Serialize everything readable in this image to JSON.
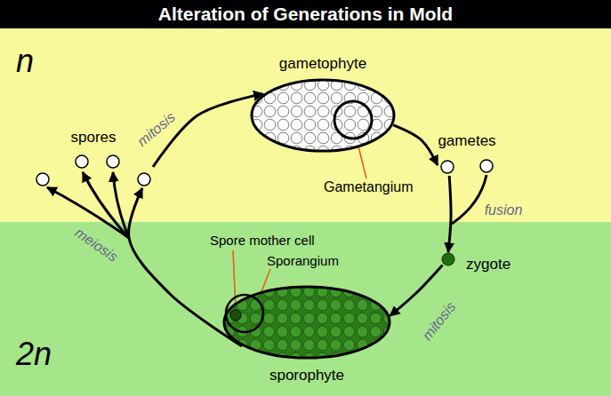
{
  "diagram": {
    "title": "Alteration of Generations in Mold",
    "nodes": [
      {
        "text": [
          "n"
        ]
      },
      {
        "text": [
          "2n"
        ]
      },
      {
        "text": [
          "spores"
        ],
        "in": 0
      },
      {
        "text": [
          "gametophyte"
        ],
        "in": 0
      },
      {
        "text": [
          "gametes"
        ],
        "in": 0
      },
      {
        "text": [
          "zygote"
        ],
        "in": 1
      },
      {
        "text": [
          "sporophyte"
        ],
        "in": 1
      }
    ],
    "edges": [
      {
        "from": 2,
        "to": 3,
        "arrow": "to",
        "label": "mitosis"
      },
      {
        "from": 3,
        "to": 4,
        "arrow": "to"
      },
      {
        "from": 4,
        "to": 5,
        "arrow": "to",
        "label": "fusion"
      },
      {
        "from": 5,
        "to": 6,
        "arrow": "to",
        "label": "mitosis"
      },
      {
        "from": 6,
        "to": 2,
        "arrow": "to",
        "label": "meiosis"
      }
    ],
    "labels": [
      "Gametangium",
      "Spore mother cell",
      "Sporangium"
    ]
  }
}
